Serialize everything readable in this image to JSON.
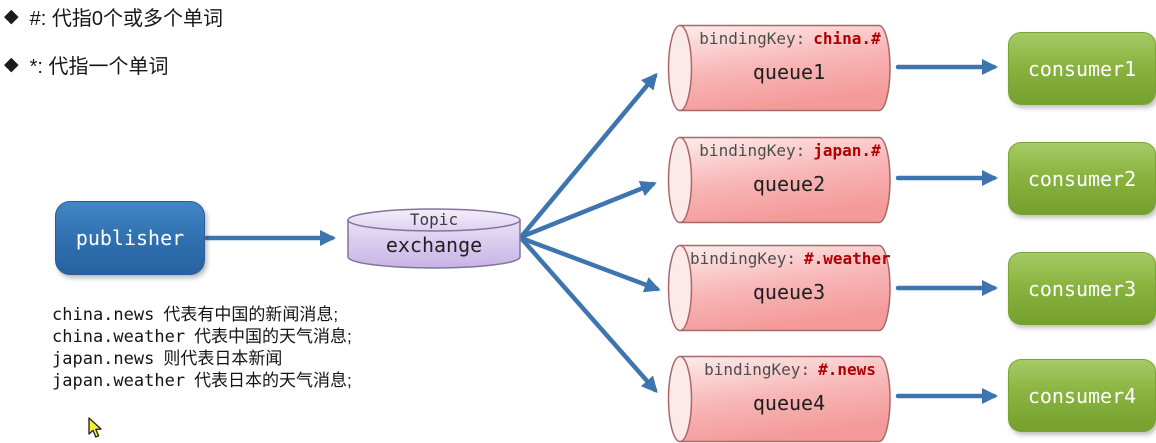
{
  "legend": {
    "items": [
      {
        "symbol": "◆",
        "text": "#: 代指0个或多个单词"
      },
      {
        "symbol": "◆",
        "text": "*: 代指一个单词"
      }
    ]
  },
  "publisher": {
    "label": "publisher"
  },
  "exchange": {
    "type_label": "Topic",
    "name": "exchange"
  },
  "queues": [
    {
      "binding_key_label": "bindingKey:",
      "binding_key": "china.#",
      "name": "queue1"
    },
    {
      "binding_key_label": "bindingKey:",
      "binding_key": "japan.#",
      "name": "queue2"
    },
    {
      "binding_key_label": "bindingKey:",
      "binding_key": "#.weather",
      "name": "queue3"
    },
    {
      "binding_key_label": "bindingKey:",
      "binding_key": "#.news",
      "name": "queue4"
    }
  ],
  "consumers": [
    {
      "label": "consumer1"
    },
    {
      "label": "consumer2"
    },
    {
      "label": "consumer3"
    },
    {
      "label": "consumer4"
    }
  ],
  "notes": [
    {
      "key": "china.news",
      "desc": "代表有中国的新闻消息;"
    },
    {
      "key": "china.weather",
      "desc": "代表中国的天气消息;"
    },
    {
      "key": "japan.news",
      "desc": "则代表日本新闻"
    },
    {
      "key": "japan.weather",
      "desc": "代表日本的天气消息;"
    }
  ],
  "colors": {
    "arrow": "#3e74b0",
    "publisher_fill": "#2f6fae",
    "consumer_fill": "#8ab440",
    "queue_fill": "#f8b0b0",
    "queue_border": "#aa6868",
    "exchange_fill": "#d5c6ec",
    "binding_key_value": "#b00000"
  }
}
